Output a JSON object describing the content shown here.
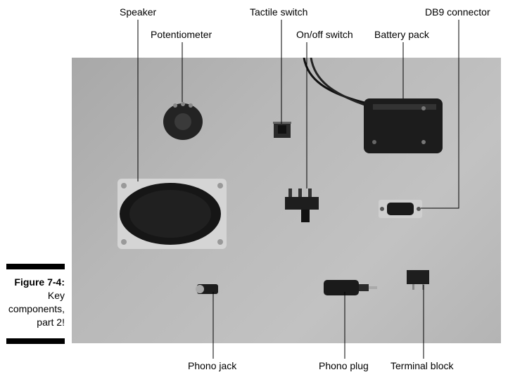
{
  "labels": {
    "speaker": "Speaker",
    "potentiometer": "Potentiometer",
    "tactile_switch": "Tactile switch",
    "on_off_switch": "On/off switch",
    "battery_pack": "Battery pack",
    "db9_connector": "DB9 connector",
    "phono_jack": "Phono jack",
    "phono_plug": "Phono plug",
    "terminal_block": "Terminal block"
  },
  "caption": {
    "figure": "Figure 7-4:",
    "line1": "Key",
    "line2": "components,",
    "line3": "part 2!"
  },
  "colors": {
    "background_board": "#b4b4b4",
    "component_dark": "#1a1a1a",
    "leader_line": "#000000"
  }
}
